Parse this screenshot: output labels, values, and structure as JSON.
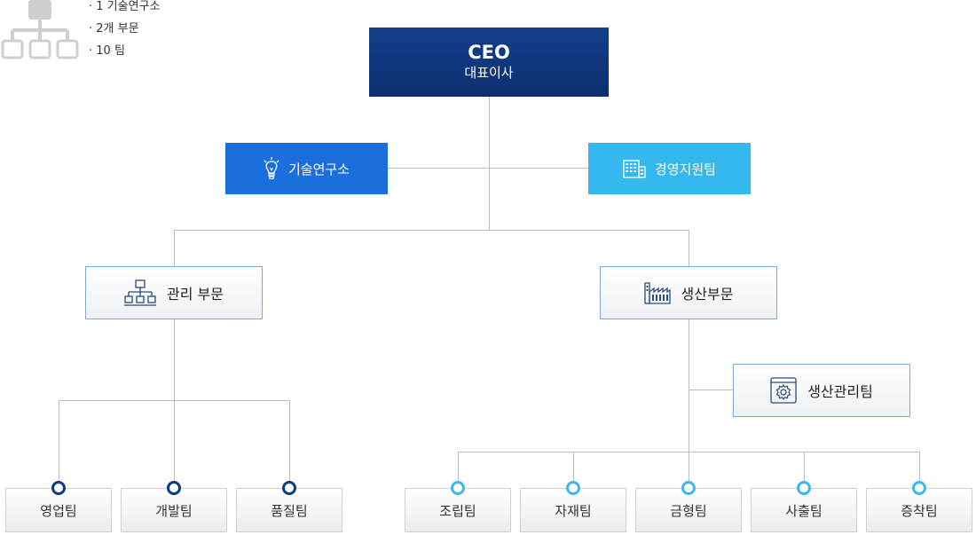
{
  "legend": {
    "items": [
      "· 1 기술연구소",
      "· 2개 부문",
      "· 10 팀"
    ],
    "icon": "org-chart-icon"
  },
  "ceo": {
    "title": "CEO",
    "subtitle": "대표이사"
  },
  "staff": {
    "lab": {
      "label": "기술연구소",
      "icon": "lightbulb-icon",
      "color": "#1a6fdc"
    },
    "support": {
      "label": "경영지원팀",
      "icon": "building-icon",
      "color": "#35b8ee"
    }
  },
  "divisions": {
    "management": {
      "label": "관리 부문",
      "icon": "org-chart-icon"
    },
    "production": {
      "label": "생산부문",
      "icon": "factory-icon"
    },
    "production_mgmt": {
      "label": "생산관리팀",
      "icon": "gear-icon"
    }
  },
  "teams": {
    "management": [
      "영업팀",
      "개발팀",
      "품질팀"
    ],
    "production": [
      "조립팀",
      "자재팀",
      "금형팀",
      "사출팀",
      "증착팀"
    ]
  },
  "colors": {
    "ceo": "#0c2f6e",
    "dark_dot": "#0f3b80",
    "light_dot": "#3bb9ea",
    "border": "#7fa9d8"
  }
}
